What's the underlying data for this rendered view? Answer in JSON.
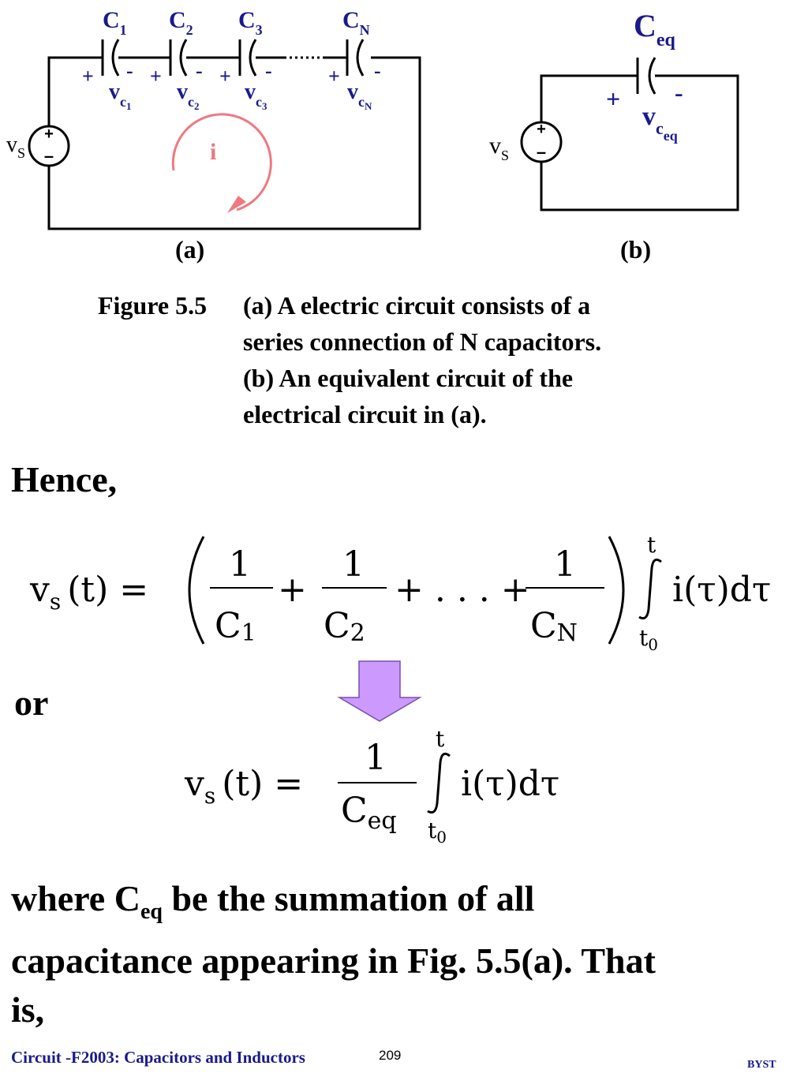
{
  "figure": {
    "circuit_a": {
      "capacitors": [
        {
          "name": "C",
          "sub": "1",
          "voltage": "v",
          "vsub": "c",
          "vsubsub": "1",
          "plus": "+",
          "minus": "-"
        },
        {
          "name": "C",
          "sub": "2",
          "voltage": "v",
          "vsub": "c",
          "vsubsub": "2",
          "plus": "+",
          "minus": "-"
        },
        {
          "name": "C",
          "sub": "3",
          "voltage": "v",
          "vsub": "c",
          "vsubsub": "3",
          "plus": "+",
          "minus": "-"
        },
        {
          "name": "C",
          "sub": "N",
          "voltage": "v",
          "vsub": "c",
          "vsubsub": "N",
          "plus": "+",
          "minus": "-"
        }
      ],
      "source_label": "v",
      "source_sub": "S",
      "current_label": "i",
      "label": "(a)"
    },
    "circuit_b": {
      "cap_name": "C",
      "cap_sub": "eq",
      "voltage": "v",
      "vsub": "c",
      "vsubsub": "eq",
      "plus": "+",
      "minus": "-",
      "source_label": "v",
      "source_sub": "S",
      "label": "(b)"
    },
    "source_plus": "+",
    "source_minus": "–",
    "colors": {
      "label": "#1a1a8c",
      "current": "#f07880",
      "arrow": "#cc99ff"
    },
    "caption": {
      "number": "Figure 5.5",
      "lines": [
        "(a) A electric circuit consists of a",
        "series connection of N capacitors.",
        "(b) An equivalent circuit of the",
        "electrical circuit in (a)."
      ]
    }
  },
  "text": {
    "hence": "Hence,",
    "or": "or",
    "where_line1_a": "where C",
    "where_line1_sub": "eq",
    "where_line1_b": " be the summation of all",
    "where_line2": "capacitance appearing in Fig. 5.5(a).  That",
    "where_line3": "is,"
  },
  "equations": {
    "eq1": {
      "lhs_v": "v",
      "lhs_sub": "s",
      "lhs_arg": "(t) =",
      "fractions": [
        {
          "num": "1",
          "den": "C",
          "den_sub": "1"
        },
        {
          "num": "1",
          "den": "C",
          "den_sub": "2"
        },
        {
          "num": "1",
          "den": "C",
          "den_sub": "N"
        }
      ],
      "plus": "+",
      "ellipsis": "+ . . . +",
      "upper": "t",
      "lower": "t",
      "lower_sub": "0",
      "integrand": "i(τ)dτ"
    },
    "eq2": {
      "lhs_v": "v",
      "lhs_sub": "s",
      "lhs_arg": "(t) =",
      "num": "1",
      "den": "C",
      "den_sub": "eq",
      "upper": "t",
      "lower": "t",
      "lower_sub": "0",
      "integrand": "i(τ)dτ"
    }
  },
  "footer": {
    "title": "Circuit -F2003: Capacitors and Inductors",
    "page": "209",
    "brand": "BYST"
  }
}
